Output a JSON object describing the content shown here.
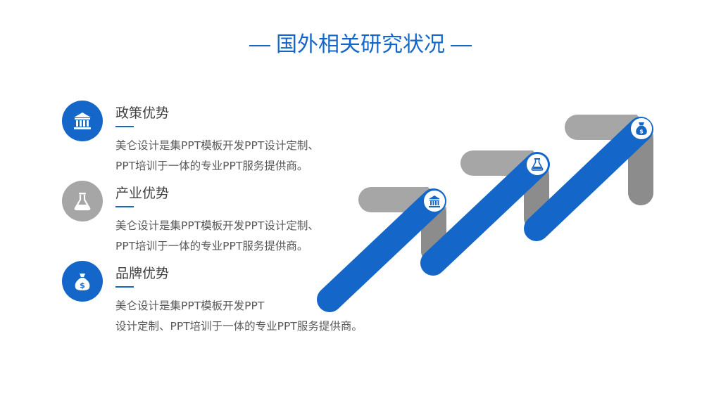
{
  "title": "国外相关研究状况",
  "items": [
    {
      "heading": "政策优势",
      "desc_line1": "美仑设计是集PPT模板开发PPT设计定制、",
      "desc_line2": "PPT培训于一体的专业PPT服务提供商。",
      "icon": "bank-icon",
      "color": "#1467c8"
    },
    {
      "heading": "产业优势",
      "desc_line1": "美仑设计是集PPT模板开发PPT设计定制、",
      "desc_line2": "PPT培训于一体的专业PPT服务提供商。",
      "icon": "flask-icon",
      "color": "#a6a6a6"
    },
    {
      "heading": "品牌优势",
      "desc_line1": "美仑设计是集PPT模板开发PPT",
      "desc_line2": "设计定制、PPT培训于一体的专业PPT服务提供商。",
      "icon": "money-bag-icon",
      "color": "#1467c8"
    }
  ],
  "colors": {
    "accent": "#1467c8",
    "gray": "#a6a6a6",
    "dark_gray": "#8c8c8c"
  }
}
